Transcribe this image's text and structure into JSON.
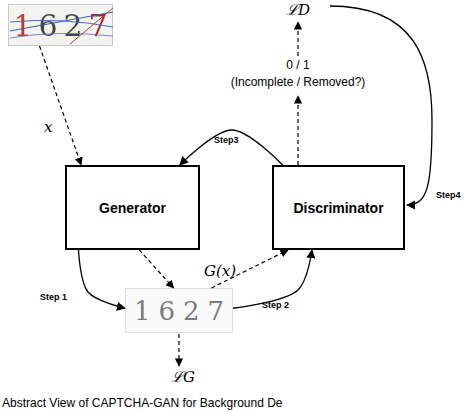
{
  "diagram": {
    "caption": "Abstract View of CAPTCHA-GAN for Background De",
    "nodes": [
      {
        "text": [
          "1627"
        ]
      },
      {
        "text": [
          "Generator"
        ]
      },
      {
        "text": [
          "Discriminator"
        ]
      },
      {
        "text": [
          "1627"
        ]
      }
    ],
    "edges": [
      {
        "from": 0,
        "to": 1,
        "arrow": "to",
        "label": "x"
      },
      {
        "from": 1,
        "to": 3,
        "arrow": "to",
        "label": "Step 1"
      },
      {
        "from": 1,
        "to": 3,
        "arrow": "to"
      },
      {
        "from": 3,
        "to": 2,
        "arrow": "to"
      },
      {
        "from": 3,
        "to": 2,
        "arrow": "to",
        "label": "Step 2"
      },
      {
        "from": 2,
        "to": 1,
        "arrow": "to",
        "label": "Step3"
      }
    ],
    "labels": [
      "ℒD",
      "0 / 1",
      "(Incomplete / Removed?)",
      "Step4",
      "G(x)",
      "ℒG"
    ]
  }
}
